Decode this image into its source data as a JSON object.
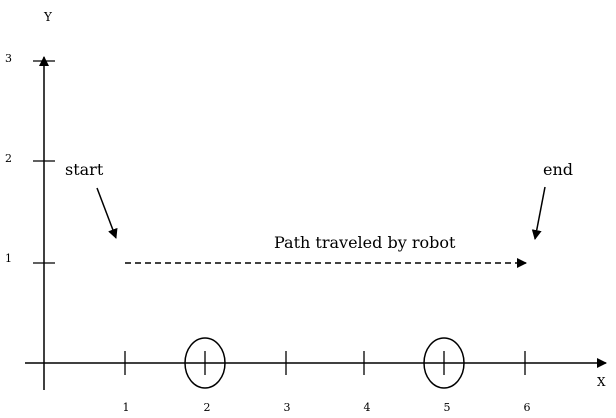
{
  "diagram": {
    "x_axis_label": "X",
    "y_axis_label": "Y",
    "x_ticks": [
      "1",
      "2",
      "3",
      "4",
      "5",
      "6"
    ],
    "y_ticks": [
      "1",
      "2",
      "3"
    ],
    "path_label": "Path traveled by robot",
    "start_label": "start",
    "end_label": "end",
    "line_color": "#000000",
    "background_color": "#ffffff",
    "path_line_style": "dashed",
    "obstacles_at_x": [
      2,
      5
    ],
    "path": {
      "y": 1,
      "x_start": 1,
      "x_end": 6
    }
  }
}
